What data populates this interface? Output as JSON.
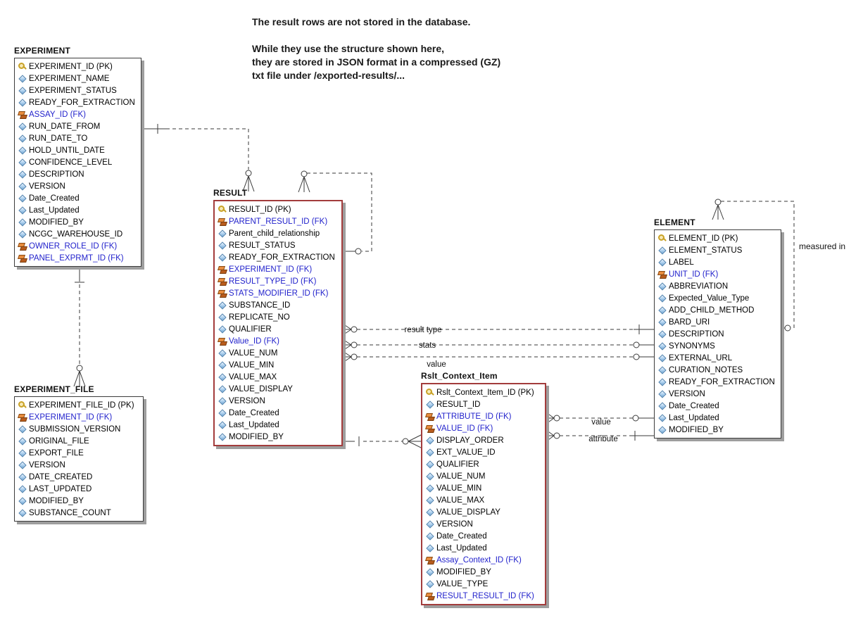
{
  "colors": {
    "fk-text": "#2222CC",
    "red-border": "#A33C3C",
    "table-border": "#3c3c3c",
    "shadow": "#9e9e9e",
    "line": "#3a3a3a",
    "pk-gold": "#C9A227",
    "fk-orange": "#D9751E",
    "diamond-blue": "#A8CDEC"
  },
  "notes": {
    "line1": "The result rows are not stored in the database.",
    "para2_lines": [
      "While they use the structure shown here,",
      "they are stored in JSON format in a compressed (GZ)",
      "txt file under /exported-results/..."
    ]
  },
  "relationship_labels": {
    "result_type": "result type",
    "stats": "stats",
    "value_result": "value",
    "value_rci": "value",
    "attribute": "attribute",
    "measured_in": "measured in"
  },
  "tables": {
    "experiment": {
      "title": "EXPERIMENT",
      "fields": [
        {
          "label": "EXPERIMENT_ID (PK)",
          "type": "pk",
          "icon": "primary-key-icon"
        },
        {
          "label": "EXPERIMENT_NAME",
          "type": "col",
          "icon": "column-diamond-icon"
        },
        {
          "label": "EXPERIMENT_STATUS",
          "type": "col",
          "icon": "column-diamond-icon"
        },
        {
          "label": "READY_FOR_EXTRACTION",
          "type": "col",
          "icon": "column-diamond-icon"
        },
        {
          "label": "ASSAY_ID (FK)",
          "type": "fk",
          "icon": "foreign-key-icon"
        },
        {
          "label": "RUN_DATE_FROM",
          "type": "col",
          "icon": "column-diamond-icon"
        },
        {
          "label": "RUN_DATE_TO",
          "type": "col",
          "icon": "column-diamond-icon"
        },
        {
          "label": "HOLD_UNTIL_DATE",
          "type": "col",
          "icon": "column-diamond-icon"
        },
        {
          "label": "CONFIDENCE_LEVEL",
          "type": "col",
          "icon": "column-diamond-icon"
        },
        {
          "label": "DESCRIPTION",
          "type": "col",
          "icon": "column-diamond-icon"
        },
        {
          "label": "VERSION",
          "type": "col",
          "icon": "column-diamond-icon"
        },
        {
          "label": "Date_Created",
          "type": "col",
          "icon": "column-diamond-icon"
        },
        {
          "label": "Last_Updated",
          "type": "col",
          "icon": "column-diamond-icon"
        },
        {
          "label": "MODIFIED_BY",
          "type": "col",
          "icon": "column-diamond-icon"
        },
        {
          "label": "NCGC_WAREHOUSE_ID",
          "type": "col",
          "icon": "column-diamond-icon"
        },
        {
          "label": "OWNER_ROLE_ID (FK)",
          "type": "fk",
          "icon": "foreign-key-icon"
        },
        {
          "label": "PANEL_EXPRMT_ID (FK)",
          "type": "fk",
          "icon": "foreign-key-icon"
        }
      ]
    },
    "result": {
      "title": "RESULT",
      "fields": [
        {
          "label": "RESULT_ID (PK)",
          "type": "pk",
          "icon": "primary-key-icon"
        },
        {
          "label": "PARENT_RESULT_ID (FK)",
          "type": "fk",
          "icon": "foreign-key-icon"
        },
        {
          "label": "Parent_child_relationship",
          "type": "col",
          "icon": "column-diamond-icon"
        },
        {
          "label": "RESULT_STATUS",
          "type": "col",
          "icon": "column-diamond-icon"
        },
        {
          "label": "READY_FOR_EXTRACTION",
          "type": "col",
          "icon": "column-diamond-icon"
        },
        {
          "label": "EXPERIMENT_ID (FK)",
          "type": "fk",
          "icon": "foreign-key-icon"
        },
        {
          "label": "RESULT_TYPE_ID (FK)",
          "type": "fk",
          "icon": "foreign-key-icon"
        },
        {
          "label": "STATS_MODIFIER_ID (FK)",
          "type": "fk",
          "icon": "foreign-key-icon"
        },
        {
          "label": "SUBSTANCE_ID",
          "type": "col",
          "icon": "column-diamond-icon"
        },
        {
          "label": "REPLICATE_NO",
          "type": "col",
          "icon": "column-diamond-icon"
        },
        {
          "label": "QUALIFIER",
          "type": "col",
          "icon": "column-diamond-icon"
        },
        {
          "label": "Value_ID (FK)",
          "type": "fk",
          "icon": "foreign-key-icon"
        },
        {
          "label": "VALUE_NUM",
          "type": "col",
          "icon": "column-diamond-icon"
        },
        {
          "label": "VALUE_MIN",
          "type": "col",
          "icon": "column-diamond-icon"
        },
        {
          "label": "VALUE_MAX",
          "type": "col",
          "icon": "column-diamond-icon"
        },
        {
          "label": "VALUE_DISPLAY",
          "type": "col",
          "icon": "column-diamond-icon"
        },
        {
          "label": "VERSION",
          "type": "col",
          "icon": "column-diamond-icon"
        },
        {
          "label": "Date_Created",
          "type": "col",
          "icon": "column-diamond-icon"
        },
        {
          "label": "Last_Updated",
          "type": "col",
          "icon": "column-diamond-icon"
        },
        {
          "label": "MODIFIED_BY",
          "type": "col",
          "icon": "column-diamond-icon"
        }
      ]
    },
    "element": {
      "title": "ELEMENT",
      "fields": [
        {
          "label": "ELEMENT_ID (PK)",
          "type": "pk",
          "icon": "primary-key-icon"
        },
        {
          "label": "ELEMENT_STATUS",
          "type": "col",
          "icon": "column-diamond-icon"
        },
        {
          "label": "LABEL",
          "type": "col",
          "icon": "column-diamond-icon"
        },
        {
          "label": "UNIT_ID (FK)",
          "type": "fk",
          "icon": "foreign-key-icon"
        },
        {
          "label": "ABBREVIATION",
          "type": "col",
          "icon": "column-diamond-icon"
        },
        {
          "label": "Expected_Value_Type",
          "type": "col",
          "icon": "column-diamond-icon"
        },
        {
          "label": "ADD_CHILD_METHOD",
          "type": "col",
          "icon": "column-diamond-icon"
        },
        {
          "label": "BARD_URI",
          "type": "col",
          "icon": "column-diamond-icon"
        },
        {
          "label": "DESCRIPTION",
          "type": "col",
          "icon": "column-diamond-icon"
        },
        {
          "label": "SYNONYMS",
          "type": "col",
          "icon": "column-diamond-icon"
        },
        {
          "label": "EXTERNAL_URL",
          "type": "col",
          "icon": "column-diamond-icon"
        },
        {
          "label": "CURATION_NOTES",
          "type": "col",
          "icon": "column-diamond-icon"
        },
        {
          "label": "READY_FOR_EXTRACTION",
          "type": "col",
          "icon": "column-diamond-icon"
        },
        {
          "label": "VERSION",
          "type": "col",
          "icon": "column-diamond-icon"
        },
        {
          "label": "Date_Created",
          "type": "col",
          "icon": "column-diamond-icon"
        },
        {
          "label": "Last_Updated",
          "type": "col",
          "icon": "column-diamond-icon"
        },
        {
          "label": "MODIFIED_BY",
          "type": "col",
          "icon": "column-diamond-icon"
        }
      ]
    },
    "experiment_file": {
      "title": "EXPERIMENT_FILE",
      "fields": [
        {
          "label": "EXPERIMENT_FILE_ID (PK)",
          "type": "pk",
          "icon": "primary-key-icon"
        },
        {
          "label": "EXPERIMENT_ID (FK)",
          "type": "fk",
          "icon": "foreign-key-icon"
        },
        {
          "label": "SUBMISSION_VERSION",
          "type": "col",
          "icon": "column-diamond-icon"
        },
        {
          "label": "ORIGINAL_FILE",
          "type": "col",
          "icon": "column-diamond-icon"
        },
        {
          "label": "EXPORT_FILE",
          "type": "col",
          "icon": "column-diamond-icon"
        },
        {
          "label": "VERSION",
          "type": "col",
          "icon": "column-diamond-icon"
        },
        {
          "label": "DATE_CREATED",
          "type": "col",
          "icon": "column-diamond-icon"
        },
        {
          "label": "LAST_UPDATED",
          "type": "col",
          "icon": "column-diamond-icon"
        },
        {
          "label": "MODIFIED_BY",
          "type": "col",
          "icon": "column-diamond-icon"
        },
        {
          "label": "SUBSTANCE_COUNT",
          "type": "col",
          "icon": "column-diamond-icon"
        }
      ]
    },
    "rslt_context_item": {
      "title": "Rslt_Context_Item",
      "fields": [
        {
          "label": "Rslt_Context_Item_ID (PK)",
          "type": "pk",
          "icon": "primary-key-icon"
        },
        {
          "label": "RESULT_ID",
          "type": "col",
          "icon": "column-diamond-icon"
        },
        {
          "label": "ATTRIBUTE_ID (FK)",
          "type": "fk",
          "icon": "foreign-key-icon"
        },
        {
          "label": "VALUE_ID (FK)",
          "type": "fk",
          "icon": "foreign-key-icon"
        },
        {
          "label": "DISPLAY_ORDER",
          "type": "col",
          "icon": "column-diamond-icon"
        },
        {
          "label": "EXT_VALUE_ID",
          "type": "col",
          "icon": "column-diamond-icon"
        },
        {
          "label": "QUALIFIER",
          "type": "col",
          "icon": "column-diamond-icon"
        },
        {
          "label": "VALUE_NUM",
          "type": "col",
          "icon": "column-diamond-icon"
        },
        {
          "label": "VALUE_MIN",
          "type": "col",
          "icon": "column-diamond-icon"
        },
        {
          "label": "VALUE_MAX",
          "type": "col",
          "icon": "column-diamond-icon"
        },
        {
          "label": "VALUE_DISPLAY",
          "type": "col",
          "icon": "column-diamond-icon"
        },
        {
          "label": "VERSION",
          "type": "col",
          "icon": "column-diamond-icon"
        },
        {
          "label": "Date_Created",
          "type": "col",
          "icon": "column-diamond-icon"
        },
        {
          "label": "Last_Updated",
          "type": "col",
          "icon": "column-diamond-icon"
        },
        {
          "label": "Assay_Context_ID (FK)",
          "type": "fk",
          "icon": "foreign-key-icon"
        },
        {
          "label": "MODIFIED_BY",
          "type": "col",
          "icon": "column-diamond-icon"
        },
        {
          "label": "VALUE_TYPE",
          "type": "col",
          "icon": "column-diamond-icon"
        },
        {
          "label": "RESULT_RESULT_ID (FK)",
          "type": "fk",
          "icon": "foreign-key-icon"
        }
      ]
    }
  }
}
